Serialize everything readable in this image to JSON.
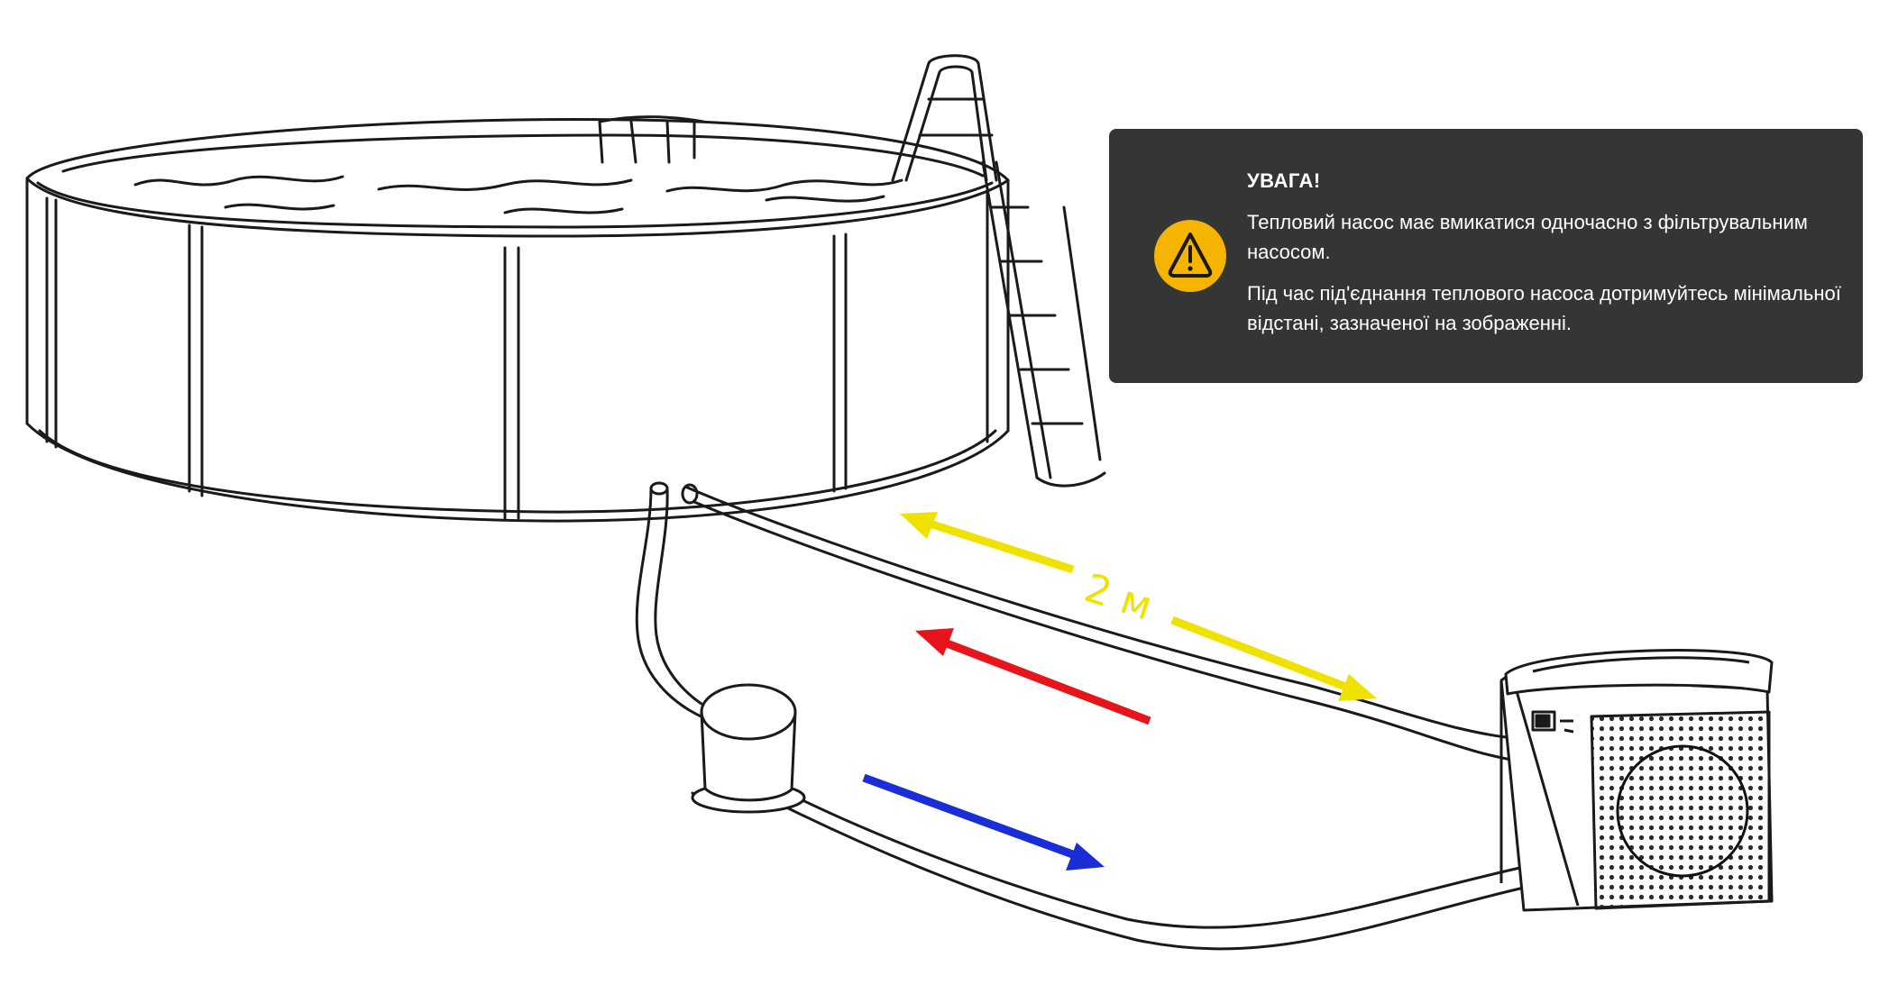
{
  "warning": {
    "title": "УВАГА!",
    "paragraph1": "Тепловий насос має вмикатися одночасно з фільтрувальним насосом.",
    "paragraph2": "Під час під'єднання теплового насоса дотримуйтесь мінімальної відстані, зазначеної на зображенні.",
    "icon": "warning-icon",
    "background_color": "#353535",
    "icon_color": "#f5b400"
  },
  "diagram": {
    "distance_label": "2 м",
    "arrows": [
      {
        "name": "distance-arrow",
        "color": "#f0e200"
      },
      {
        "name": "return-flow-arrow",
        "color": "#e8141c"
      },
      {
        "name": "supply-flow-arrow",
        "color": "#1a2ed8"
      }
    ]
  }
}
